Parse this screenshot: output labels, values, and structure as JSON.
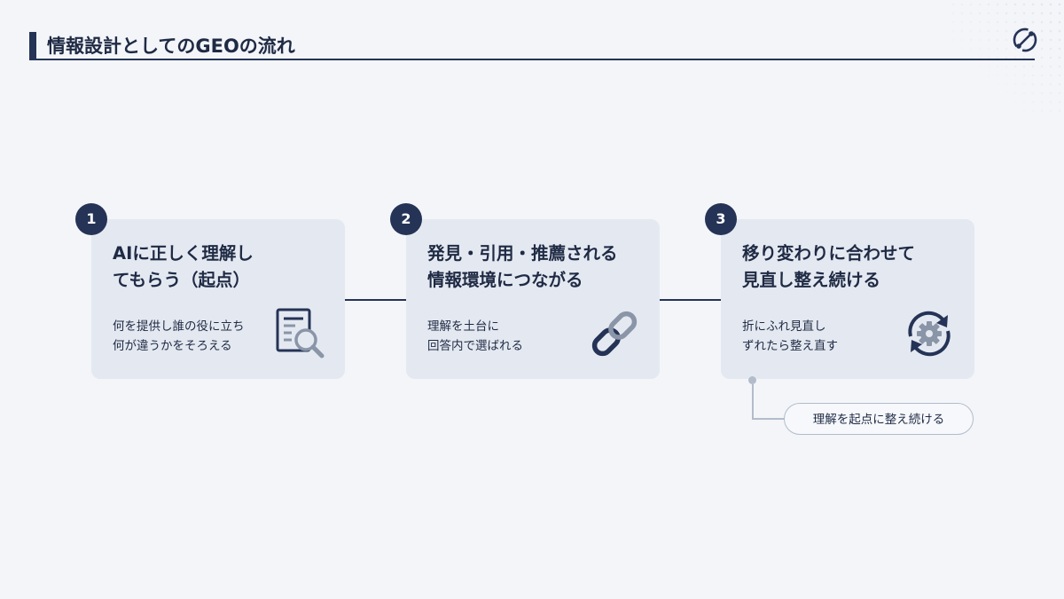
{
  "header": {
    "title": "情報設計としてのGEOの流れ"
  },
  "icons": {
    "logo": "circular-orbit-logo-icon",
    "step1": "document-magnifier-icon",
    "step2": "chain-link-icon",
    "step3": "gear-refresh-icon"
  },
  "colors": {
    "navy": "#253356",
    "card": "#e4e9f1",
    "background": "#f3f5f9",
    "note_border": "#b3bccb"
  },
  "steps": [
    {
      "number": "1",
      "heading": "AIに正しく理解し\nてもらう（起点）",
      "body": "何を提供し誰の役に立ち\n何が違うかをそろえる"
    },
    {
      "number": "2",
      "heading": "発見・引用・推薦される\n情報環境につながる",
      "body": "理解を土台に\n回答内で選ばれる"
    },
    {
      "number": "3",
      "heading": "移り変わりに合わせて\n見直し整え続ける",
      "body": "折にふれ見直し\nずれたら整え直す"
    }
  ],
  "note": {
    "text": "理解を起点に整え続ける"
  }
}
